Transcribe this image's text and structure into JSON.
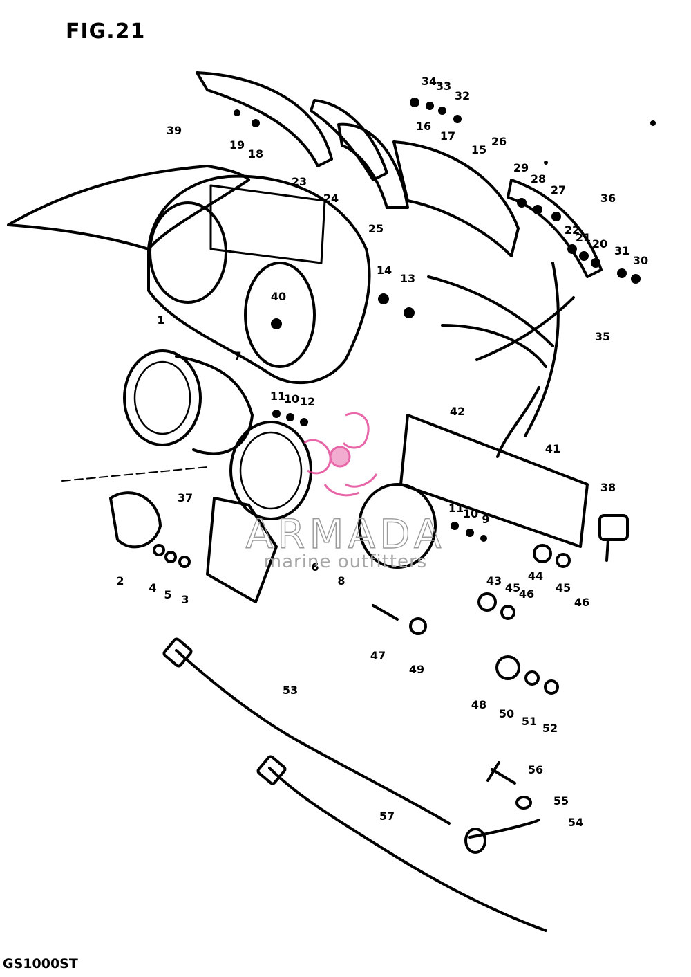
{
  "figure": {
    "title": "FIG.21",
    "model": "GS1000ST"
  },
  "watermark": {
    "brand": "ARMADA",
    "tagline": "marine outfitters",
    "colors": {
      "logo": "#e0348b",
      "text": "#9a9a9a"
    }
  },
  "callouts": [
    "34",
    "33",
    "32",
    "19",
    "18",
    "23",
    "24",
    "25",
    "16",
    "17",
    "15",
    "26",
    "29",
    "28",
    "27",
    "36",
    "22",
    "21",
    "20",
    "31",
    "30",
    "39",
    "14",
    "13",
    "40",
    "35",
    "1",
    "7",
    "11",
    "10",
    "12",
    "42",
    "41",
    "38",
    "37",
    "2",
    "4",
    "5",
    "3",
    "6",
    "8",
    "11",
    "10",
    "9",
    "44",
    "45",
    "46",
    "43",
    "45",
    "46",
    "47",
    "49",
    "48",
    "50",
    "51",
    "52",
    "53",
    "56",
    "55",
    "54",
    "57"
  ]
}
